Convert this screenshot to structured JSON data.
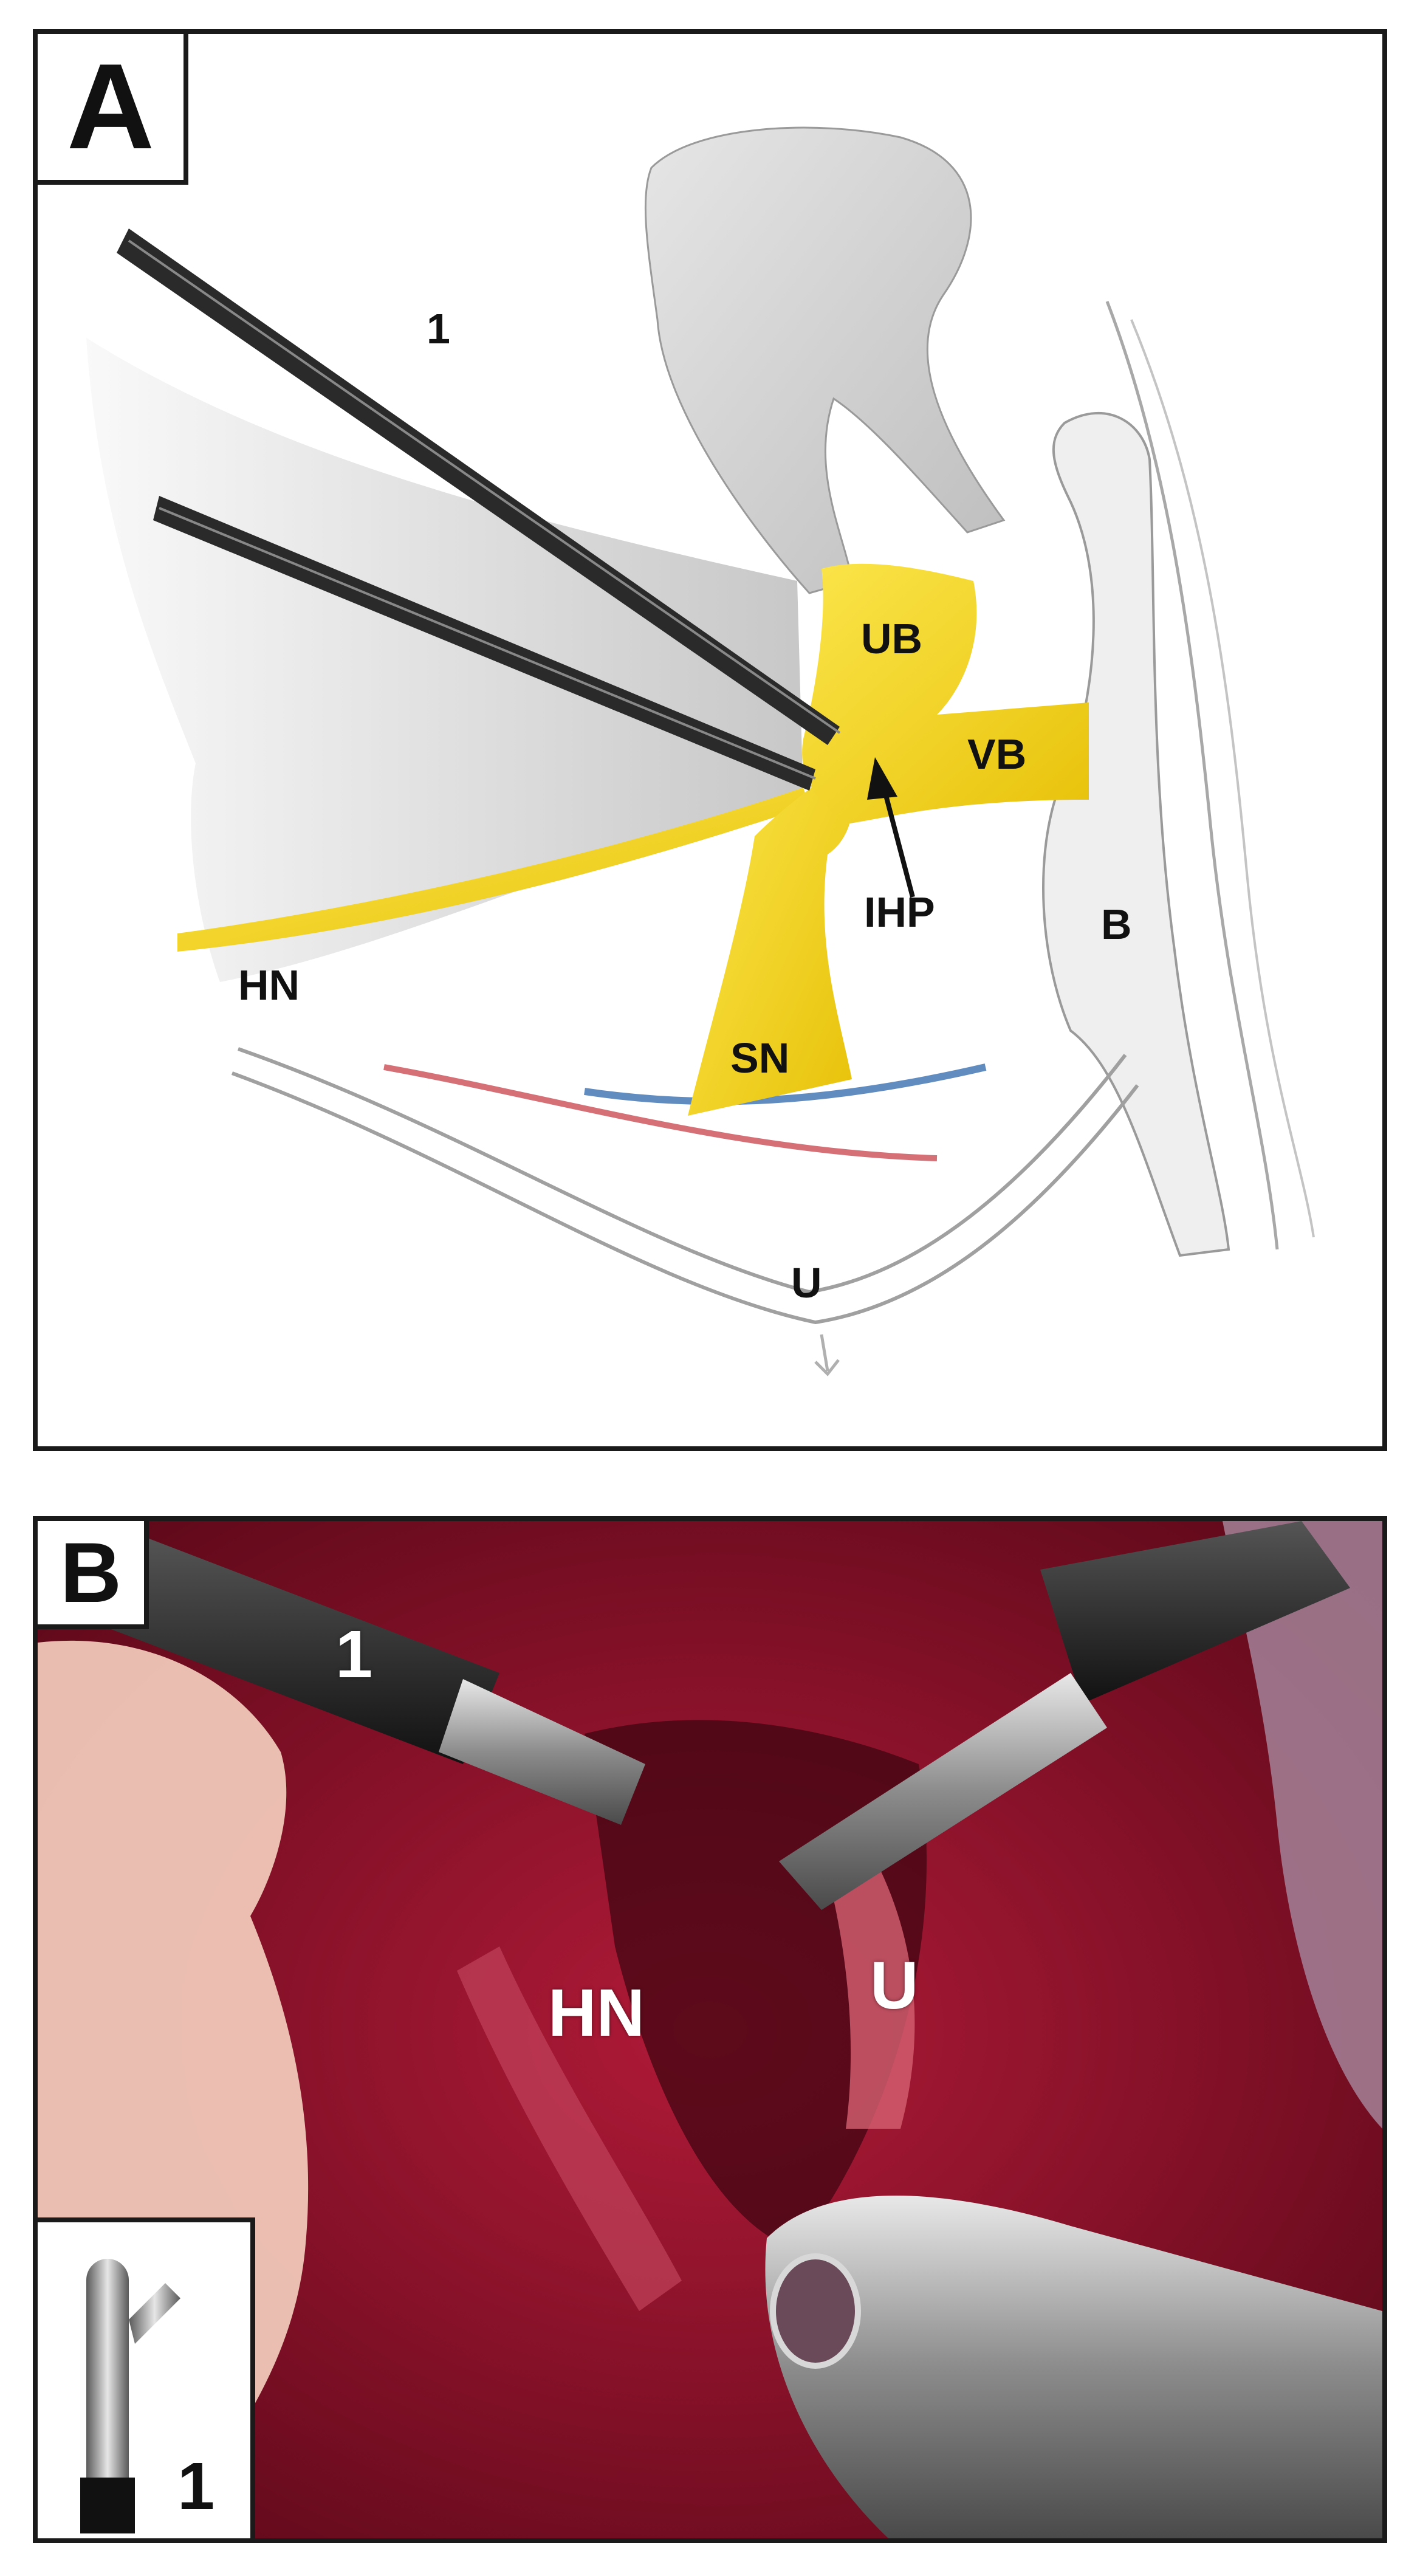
{
  "panel_a": {
    "letter": "A",
    "labels": {
      "instrument": "1",
      "ub": "UB",
      "vb": "VB",
      "ihp": "IHP",
      "hn": "HN",
      "sn": "SN",
      "b": "B",
      "u": "U"
    },
    "colors": {
      "nerve": "#f5d417",
      "vein": "#3a6fb0",
      "artery": "#c8404a"
    }
  },
  "panel_b": {
    "letter": "B",
    "labels": {
      "instrument": "1",
      "hn": "HN",
      "u": "U"
    },
    "inset": {
      "label": "1"
    }
  }
}
